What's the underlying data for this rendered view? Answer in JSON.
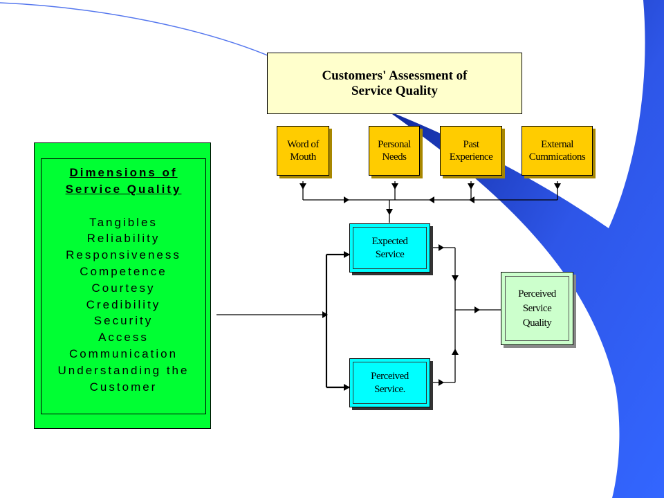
{
  "assessment": {
    "line1": "Customers' Assessment of",
    "line2": "Service Quality"
  },
  "factors": [
    {
      "line1": "Word of",
      "line2": "Mouth"
    },
    {
      "line1": "Personal",
      "line2": "Needs"
    },
    {
      "line1": "Past",
      "line2": "Experience"
    },
    {
      "line1": "External",
      "line2": "Cummications"
    }
  ],
  "expected": {
    "line1": "Expected",
    "line2": "Service"
  },
  "perceived_service": {
    "line1": "Perceived",
    "line2": "Service."
  },
  "perceived_quality": {
    "line1": "Perceived",
    "line2": "Service",
    "line3": "Quality"
  },
  "dimensions": {
    "title1": "Dimensions of",
    "title2": "Service Quality",
    "items": [
      "Tangibles",
      "Reliability",
      "Responsiveness",
      "Competence",
      "Courtesy",
      "Credibility",
      "Security",
      "Access",
      "Communication",
      "Understanding the",
      "Customer"
    ]
  },
  "colors": {
    "swoosh": "#3366ff",
    "swoosh_dark": "#1a3fb0",
    "assessment_fill": "#ffffcc",
    "factor_fill": "#ffcc00",
    "cyan_fill": "#00ffff",
    "green_fill": "#00ff33",
    "result_fill": "#ccffcc"
  }
}
